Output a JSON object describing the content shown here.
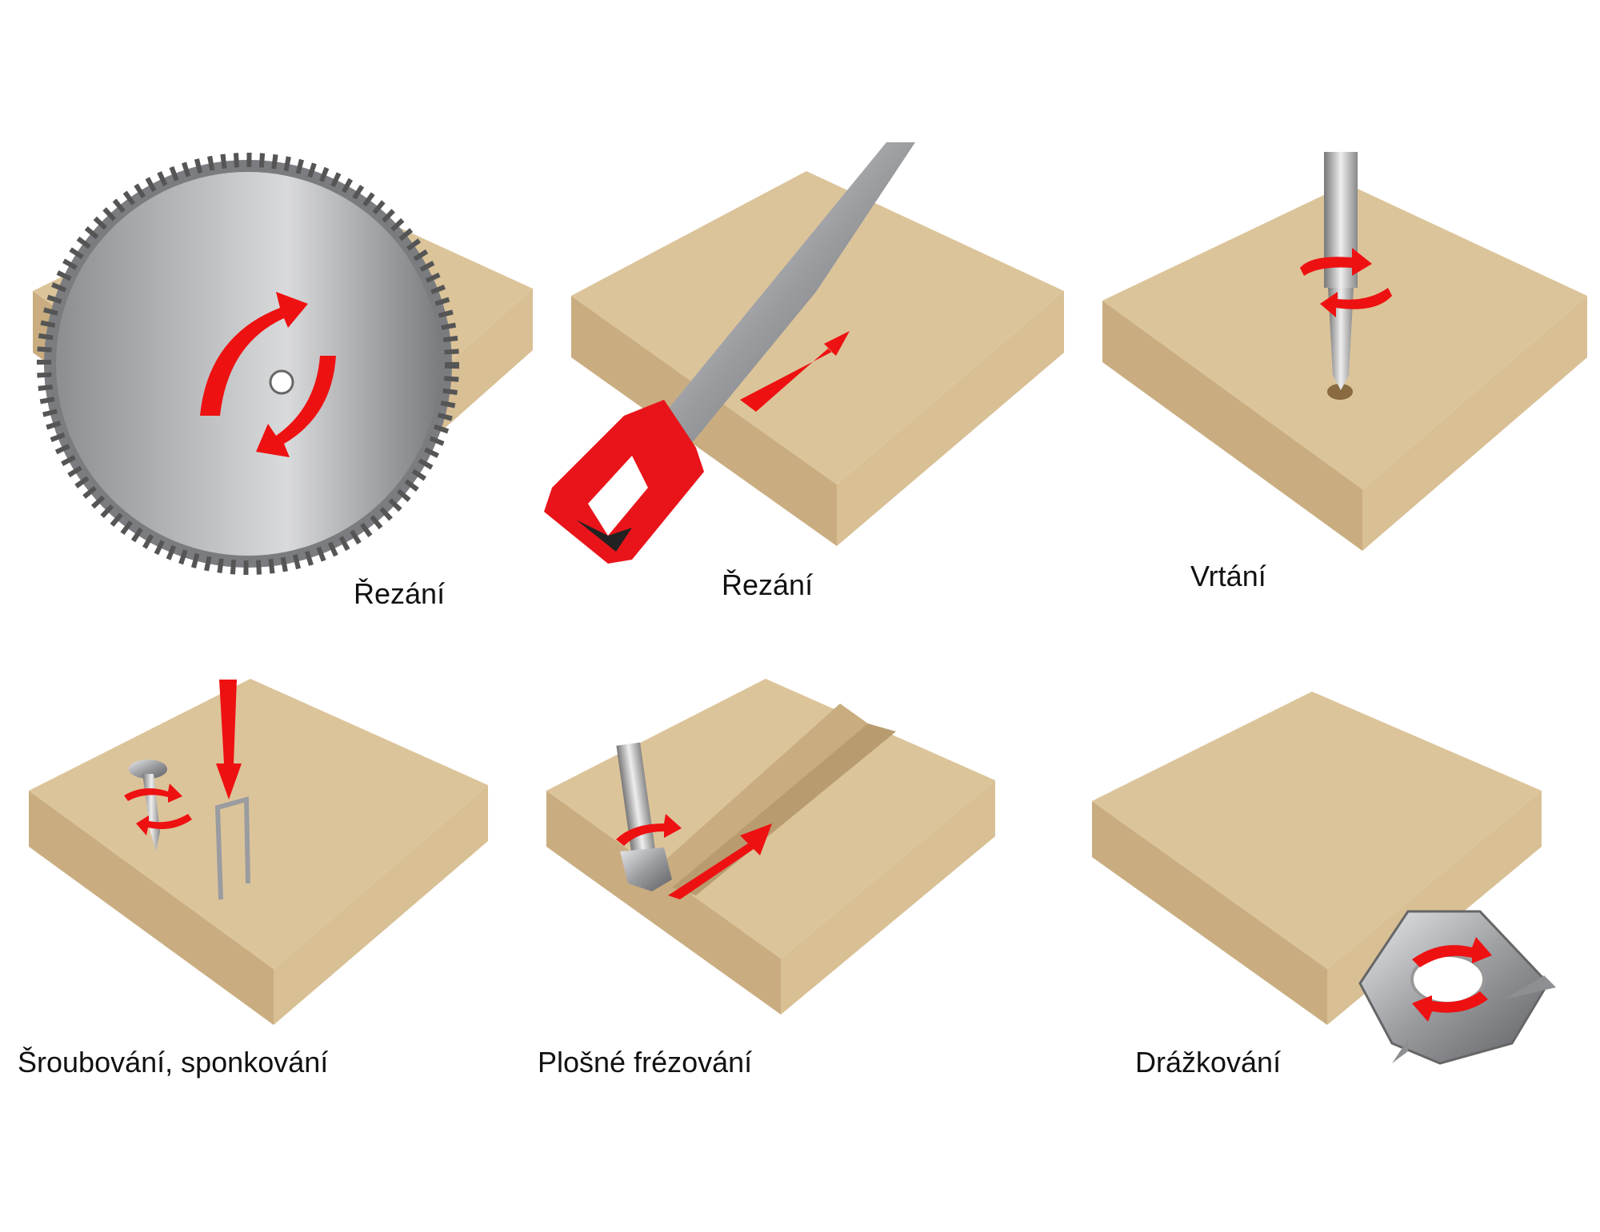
{
  "colors": {
    "board_top": "#dcc49a",
    "board_side_left": "#c9ad80",
    "board_side_right": "#d8bf94",
    "arrow": "#ee1111",
    "metal": "#a9abae",
    "handle": "#e8141a"
  },
  "panels": [
    {
      "label": "Řezání",
      "tool": "circular-saw-blade"
    },
    {
      "label": "Řezání",
      "tool": "hand-saw"
    },
    {
      "label": "Vrtání",
      "tool": "drill-bit"
    },
    {
      "label": "Šroubování, sponkování",
      "tool": "screw-and-staple"
    },
    {
      "label": "Plošné frézování",
      "tool": "router-bit"
    },
    {
      "label": "Drážkování",
      "tool": "groove-cutter"
    }
  ]
}
